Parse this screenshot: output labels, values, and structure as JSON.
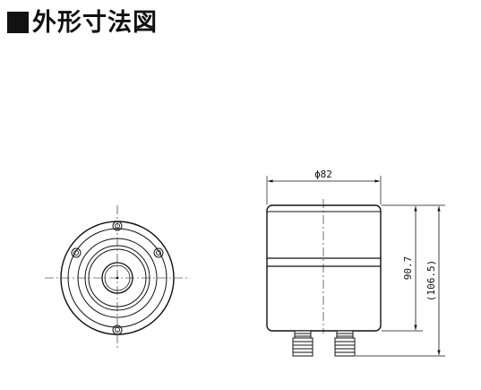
{
  "title": {
    "marker": "■",
    "text": "外形寸法図"
  },
  "dimensions": {
    "diameter": "ϕ82",
    "height_body": "90.7",
    "height_total": "(106.5)"
  },
  "colors": {
    "line": "#111111",
    "body_fill": "#ffffff"
  }
}
